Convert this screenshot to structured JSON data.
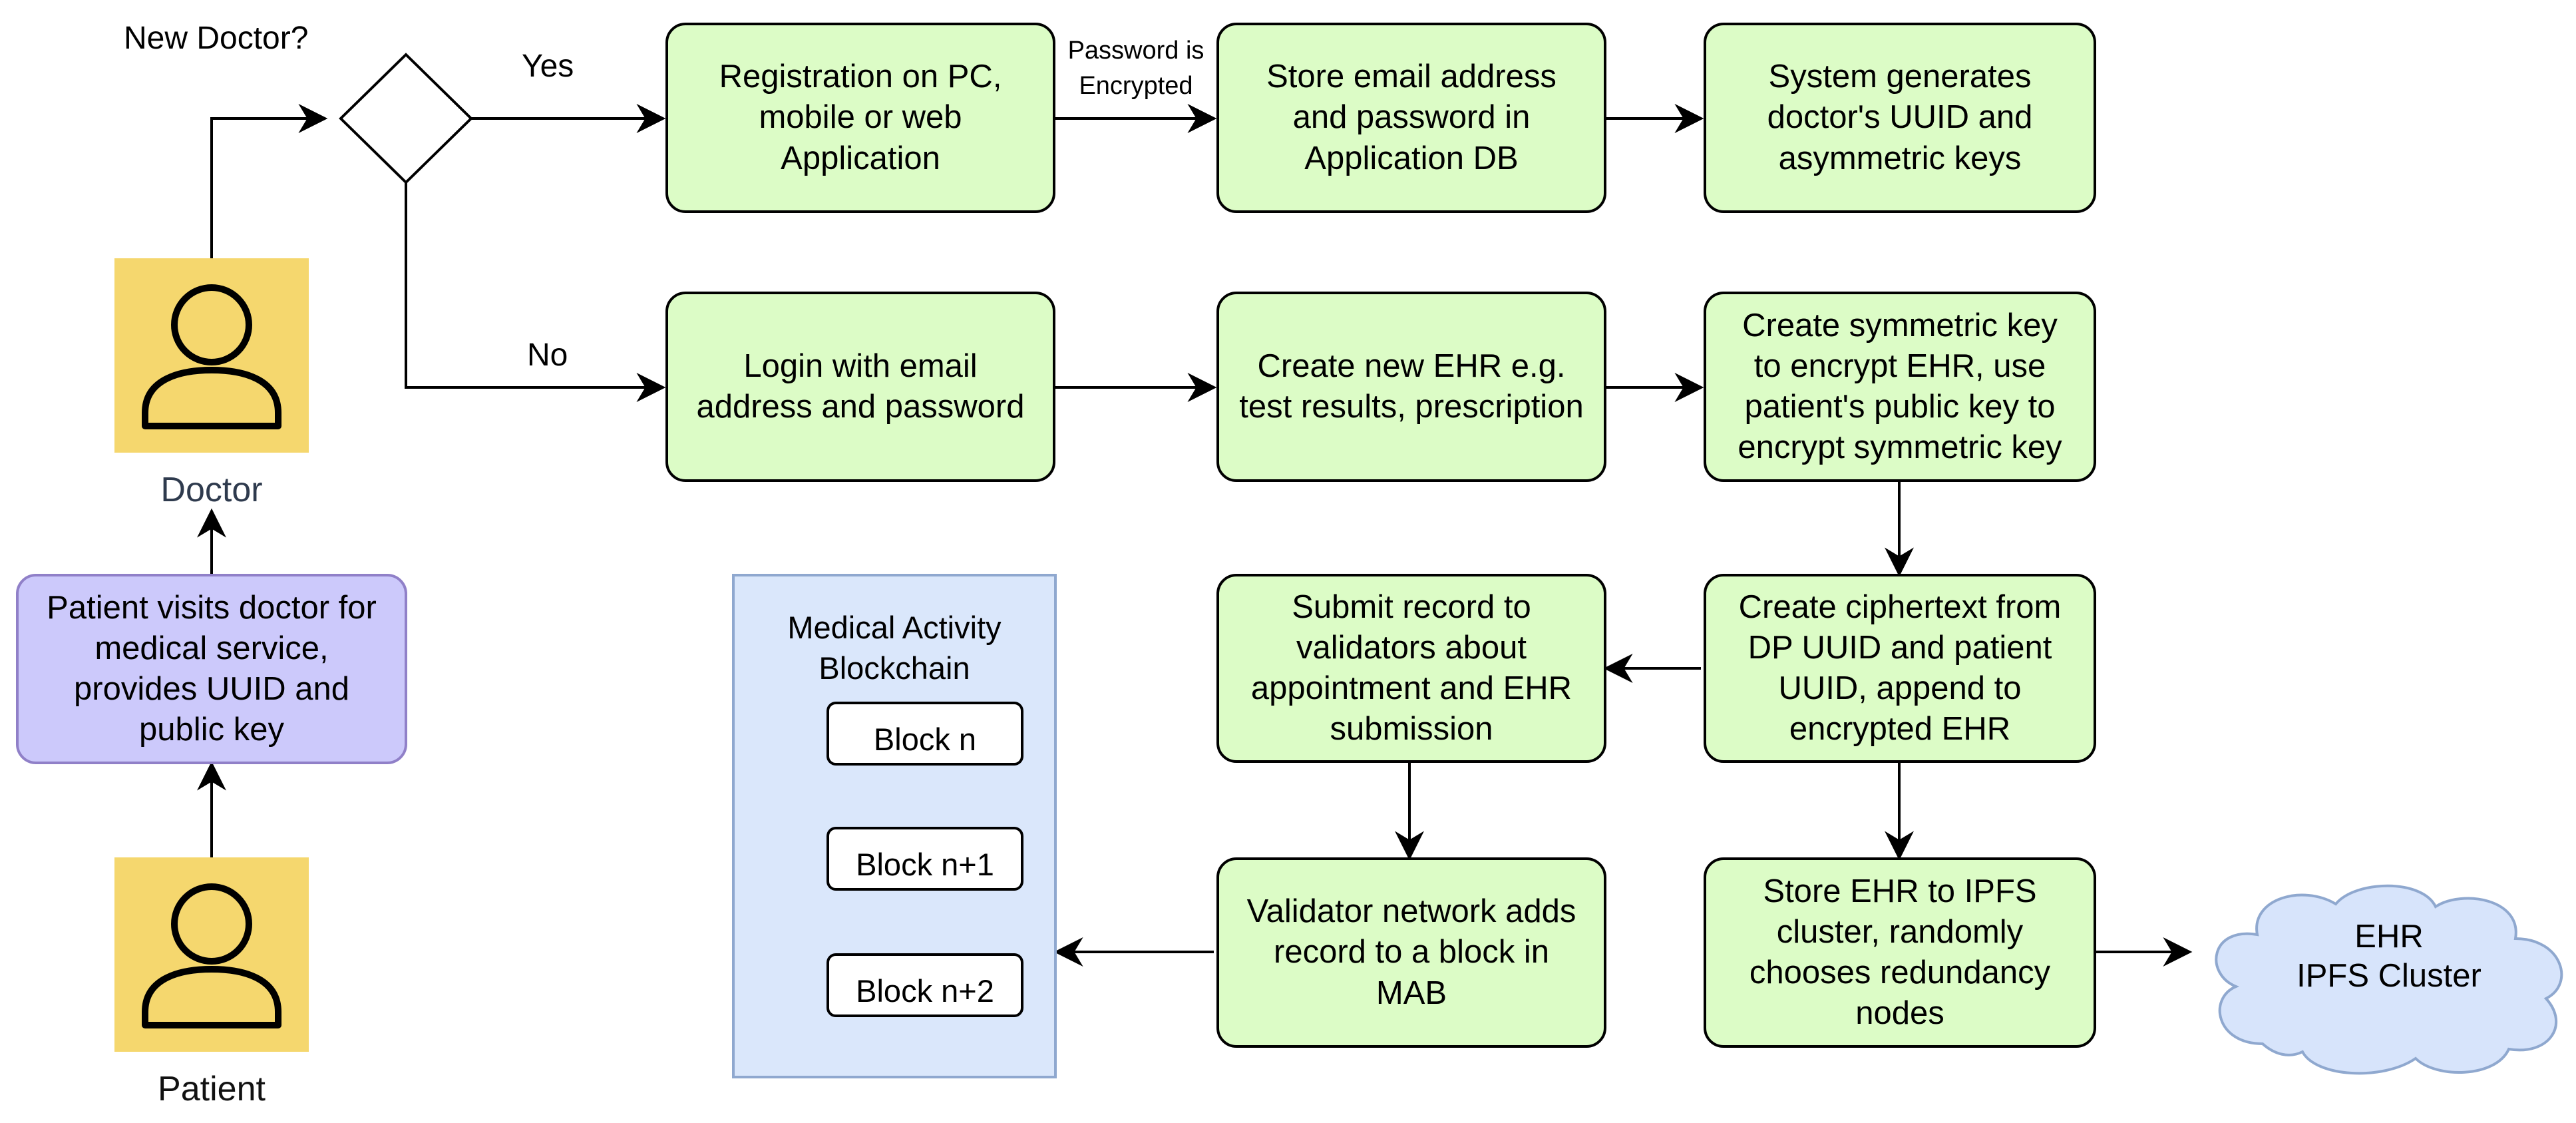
{
  "decision": {
    "question": "New Doctor?",
    "yes_label": "Yes",
    "no_label": "No"
  },
  "edge_labels": {
    "password_encrypted": [
      "Password is",
      "Encrypted"
    ]
  },
  "actors": {
    "doctor": "Doctor",
    "patient": "Patient"
  },
  "steps": {
    "registration": [
      "Registration on PC,",
      "mobile or web",
      "Application"
    ],
    "store_email": [
      "Store email address",
      "and password in",
      "Application DB"
    ],
    "generate_keys": [
      "System generates",
      "doctor's UUID and",
      "asymmetric keys"
    ],
    "login": [
      "Login with email",
      "address and password"
    ],
    "create_ehr": [
      "Create new EHR e.g.",
      "test results, prescription"
    ],
    "symmetric_key": [
      "Create symmetric key",
      "to encrypt EHR, use",
      "patient's public key to",
      "encrypt symmetric key"
    ],
    "patient_visit": [
      "Patient visits doctor for",
      "medical service,",
      "provides UUID and",
      "public key"
    ],
    "submit_record": [
      "Submit record to",
      "validators about",
      "appointment and EHR",
      "submission"
    ],
    "ciphertext": [
      "Create ciphertext from",
      "DP UUID and patient",
      "UUID, append to",
      "encrypted EHR"
    ],
    "validator": [
      "Validator network adds",
      "record to a block in",
      "MAB"
    ],
    "store_ipfs": [
      "Store EHR to IPFS",
      "cluster, randomly",
      "chooses redundancy",
      "nodes"
    ]
  },
  "mab": {
    "title": [
      "Medical Activity",
      "Blockchain"
    ],
    "blocks": [
      "Block n",
      "Block n+1",
      "Block n+2"
    ]
  },
  "cloud": [
    "EHR",
    "IPFS Cluster"
  ],
  "colors": {
    "step_fill": "#dcfcc6",
    "patient_fill": "#ccc9fb",
    "actor_fill": "#f5d76e",
    "mab_fill": "#dae7fb",
    "cloud_fill": "#d7e4fb"
  }
}
